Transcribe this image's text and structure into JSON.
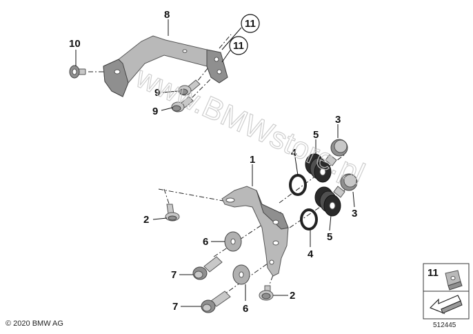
{
  "callouts": {
    "c1": "1",
    "c2a": "2",
    "c2b": "2",
    "c3a": "3",
    "c3b": "3",
    "c4a": "4",
    "c4b": "4",
    "c5a": "5",
    "c5b": "5",
    "c6a": "6",
    "c6b": "6",
    "c7a": "7",
    "c7b": "7",
    "c8": "8",
    "c9a": "9",
    "c9b": "9",
    "c10": "10",
    "c11a": "11",
    "c11b": "11"
  },
  "legend": {
    "number": "11"
  },
  "watermark": "www.BMWstore.pl",
  "copyright": "© 2020 BMW AG",
  "diagram_number": "512445"
}
